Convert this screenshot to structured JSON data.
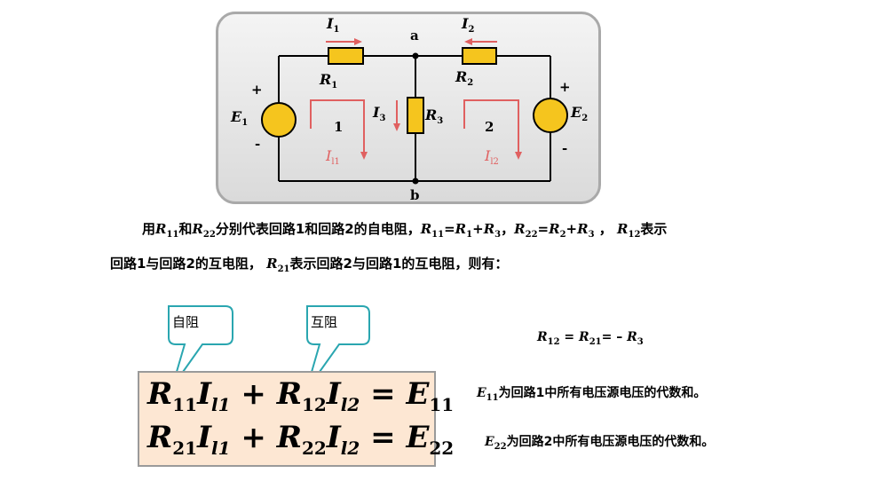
{
  "colors": {
    "resistor": "#f5c51e",
    "arrow": "#e06060",
    "loop_label": "#e06060",
    "callout": "#2aa6b0",
    "formula_bg": "#fde7d3"
  },
  "circuit": {
    "node_a": "a",
    "node_b": "b",
    "I1": "I",
    "I1_sub": "1",
    "I2": "I",
    "I2_sub": "2",
    "I3": "I",
    "I3_sub": "3",
    "R1": "R",
    "R1_sub": "1",
    "R2": "R",
    "R2_sub": "2",
    "R3": "R",
    "R3_sub": "3",
    "E1": "E",
    "E1_sub": "1",
    "E2": "E",
    "E2_sub": "2",
    "E1_plus": "+",
    "E1_minus": "-",
    "E2_plus": "+",
    "E2_minus": "-",
    "loop1_number": "1",
    "loop2_number": "2",
    "Il1": "I",
    "Il1_sub": "l1",
    "Il2": "I",
    "Il2_sub": "l2"
  },
  "paragraph": {
    "line1": [
      {
        "t": "用"
      },
      {
        "v": "R",
        "s": "11"
      },
      {
        "t": "和"
      },
      {
        "v": "R",
        "s": "22"
      },
      {
        "t": "分别代表回路1和回路2的自电阻，"
      },
      {
        "v": "R",
        "s": "11"
      },
      {
        "t": "="
      },
      {
        "v": "R",
        "s": "1"
      },
      {
        "t": "+"
      },
      {
        "v": "R",
        "s": "3"
      },
      {
        "t": "，"
      },
      {
        "v": "R",
        "s": "22"
      },
      {
        "t": "="
      },
      {
        "v": "R",
        "s": "2"
      },
      {
        "t": "+"
      },
      {
        "v": "R",
        "s": "3"
      },
      {
        "t": " ， "
      },
      {
        "v": "R",
        "s": "12"
      },
      {
        "t": "表示"
      }
    ],
    "line2": [
      {
        "t": "回路1与回路2的互电阻， "
      },
      {
        "v": "R",
        "s": "21"
      },
      {
        "t": "表示回路2与回路1的互电阻，则有："
      }
    ]
  },
  "callouts": {
    "self_resistance": "自阻",
    "mutual_resistance": "互阻"
  },
  "equations": {
    "row1": {
      "R_a": "R",
      "R_a_sub": "11",
      "I_a": "I",
      "I_a_sub": "l1",
      "plus": "+",
      "R_b": "R",
      "R_b_sub": "12",
      "I_b": "I",
      "I_b_sub": "l2",
      "eq": "=",
      "E": "E",
      "E_sub": "11"
    },
    "row2": {
      "R_a": "R",
      "R_a_sub": "21",
      "I_a": "I",
      "I_a_sub": "l1",
      "plus": "+",
      "R_b": "R",
      "R_b_sub": "22",
      "I_b": "I",
      "I_b_sub": "l2",
      "eq": "=",
      "E": "E",
      "E_sub": "22"
    }
  },
  "notes": {
    "mutual": [
      {
        "v": "R",
        "s": "12"
      },
      {
        "t": " = "
      },
      {
        "v": "R",
        "s": "21"
      },
      {
        "t": "= – "
      },
      {
        "v": "R",
        "s": "3"
      }
    ],
    "e11": [
      {
        "v": "E",
        "s": "11"
      },
      {
        "t": "为回路1中所有电压源电压的代数和。"
      }
    ],
    "e22": [
      {
        "v": "E",
        "s": "22"
      },
      {
        "t": "为回路2中所有电压源电压的代数和。"
      }
    ]
  }
}
